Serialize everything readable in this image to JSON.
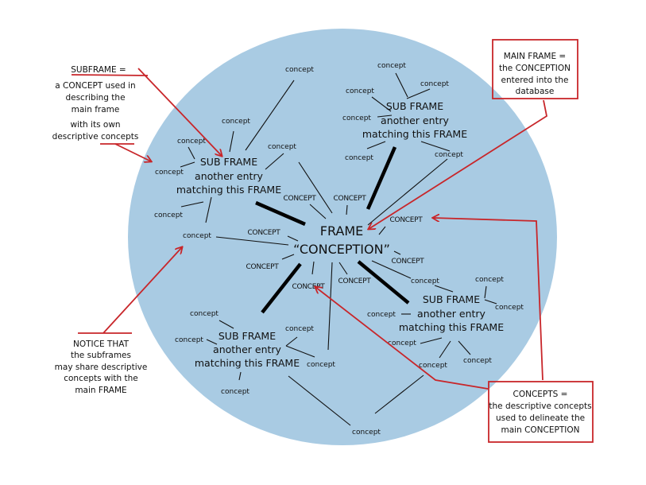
{
  "subframe_word": "concept",
  "center_word": "CONCEPT",
  "subframe": {
    "title": "SUB FRAME",
    "line2": "another entry",
    "line3": "matching this FRAME"
  },
  "main": {
    "title": "FRAME",
    "subtitle": "“CONCEPTION”"
  },
  "annotations": {
    "subframe_def": [
      "SUBFRAME  =",
      "a CONCEPT used in",
      "describing the",
      "main frame",
      "with its own",
      "descriptive concepts"
    ],
    "notice": [
      "NOTICE THAT",
      "the subframes",
      "may share descriptive",
      "concepts with the",
      "main FRAME"
    ],
    "main_frame_box": [
      "MAIN FRAME =",
      "the CONCEPTION",
      "entered into the",
      "database"
    ],
    "concepts_box": [
      "CONCEPTS =",
      "the descriptive concepts",
      "used to delineate the",
      "main CONCEPTION"
    ]
  },
  "colors": {
    "circle": "#a9cbe3",
    "annotation": "#c8262a"
  }
}
